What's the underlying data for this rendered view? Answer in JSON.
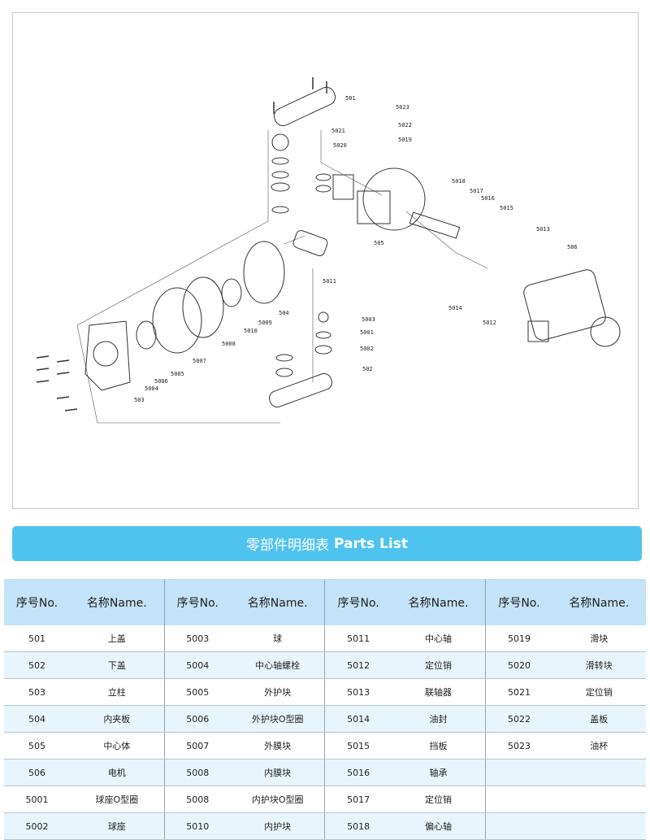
{
  "diagram": {
    "callouts": [
      "501",
      "5023",
      "5022",
      "5021",
      "5019",
      "5020",
      "5018",
      "5017",
      "5016",
      "5015",
      "5013",
      "506",
      "505",
      "5011",
      "504",
      "5009",
      "5010",
      "5008",
      "5007",
      "5005",
      "5006",
      "5004",
      "503",
      "5003",
      "5001",
      "5002",
      "502",
      "5014",
      "5012"
    ]
  },
  "banner": {
    "title_cn": "零部件明细表",
    "title_en": "Parts List"
  },
  "table": {
    "header_no": "序号No.",
    "header_name": "名称Name.",
    "rows": [
      [
        [
          "501",
          "上盖"
        ],
        [
          "5003",
          "球"
        ],
        [
          "5011",
          "中心轴"
        ],
        [
          "5019",
          "滑块"
        ]
      ],
      [
        [
          "502",
          "下盖"
        ],
        [
          "5004",
          "中心轴螺栓"
        ],
        [
          "5012",
          "定位销"
        ],
        [
          "5020",
          "滑转块"
        ]
      ],
      [
        [
          "503",
          "立柱"
        ],
        [
          "5005",
          "外护块"
        ],
        [
          "5013",
          "联轴器"
        ],
        [
          "5021",
          "定位销"
        ]
      ],
      [
        [
          "504",
          "内夹板"
        ],
        [
          "5006",
          "外护块O型圈"
        ],
        [
          "5014",
          "油封"
        ],
        [
          "5022",
          "盖板"
        ]
      ],
      [
        [
          "505",
          "中心体"
        ],
        [
          "5007",
          "外膜块"
        ],
        [
          "5015",
          "挡板"
        ],
        [
          "5023",
          "油杯"
        ]
      ],
      [
        [
          "506",
          "电机"
        ],
        [
          "5008",
          "内膜块"
        ],
        [
          "5016",
          "轴承"
        ],
        [
          "",
          ""
        ]
      ],
      [
        [
          "5001",
          "球座O型圈"
        ],
        [
          "5008",
          "内护块O型圈"
        ],
        [
          "5017",
          "定位销"
        ],
        [
          "",
          ""
        ]
      ],
      [
        [
          "5002",
          "球座"
        ],
        [
          "5010",
          "内护块"
        ],
        [
          "5018",
          "偏心轴"
        ],
        [
          "",
          ""
        ]
      ]
    ]
  }
}
